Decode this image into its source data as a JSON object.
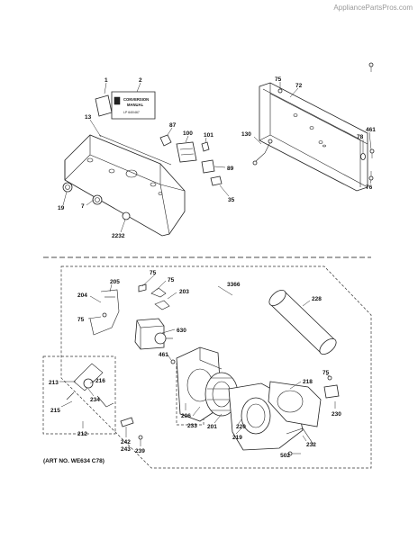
{
  "watermark": "AppliancePartsPros.com",
  "labels_top": {
    "p1": "1",
    "p2": "2",
    "p13": "13",
    "p87": "87",
    "p100": "100",
    "p101": "101",
    "p89": "89",
    "p35": "35",
    "p19": "19",
    "p7": "7",
    "p2232": "2232",
    "p75a": "75",
    "p72": "72",
    "p130": "130",
    "p78": "78",
    "p461a": "461",
    "p76": "76"
  },
  "conversion_card": {
    "line1": "CONVERSION",
    "line2": "MANUAL",
    "line3": "LP 640/467"
  },
  "labels_bottom": {
    "p75b": "75",
    "p75c": "75",
    "p203": "203",
    "p3366": "3366",
    "p205": "205",
    "p204": "204",
    "p75d": "75",
    "p630": "630",
    "p228": "228",
    "p461b": "461",
    "p75e": "75",
    "p218": "218",
    "p230": "230",
    "p213": "213",
    "p216": "216",
    "p234": "234",
    "p215": "215",
    "p206": "206",
    "p233": "233",
    "p201": "201",
    "p220": "220",
    "p219": "219",
    "p232": "232",
    "p212": "212",
    "p242": "242",
    "p243": "243",
    "p239": "239",
    "p502": "502"
  },
  "art_no": "(ART NO. WE634 C78)"
}
